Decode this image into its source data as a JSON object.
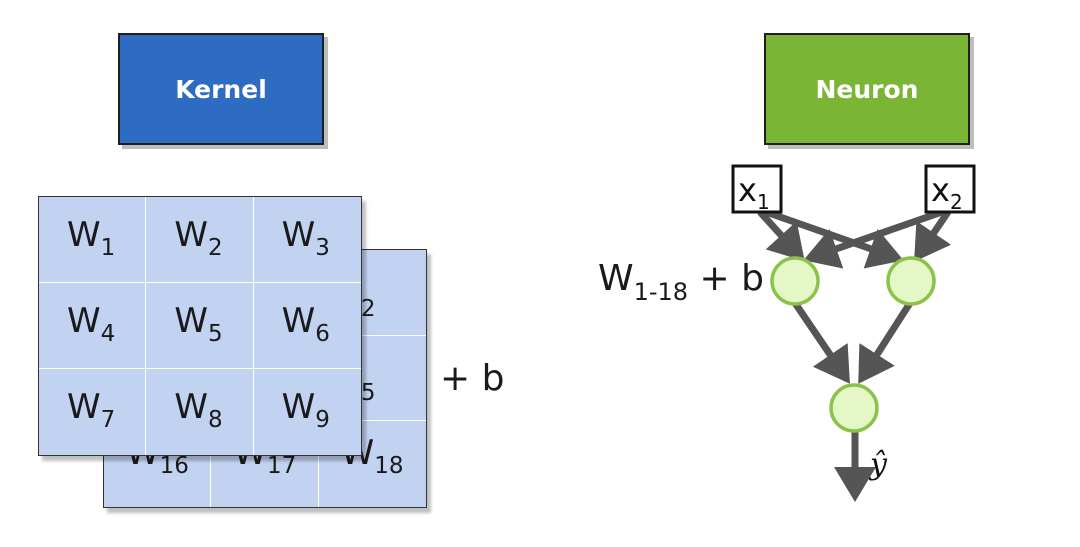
{
  "kernel": {
    "title": "Kernel",
    "color": "#2e6bc2",
    "front_grid": [
      {
        "base": "W",
        "sub": "1"
      },
      {
        "base": "W",
        "sub": "2"
      },
      {
        "base": "W",
        "sub": "3"
      },
      {
        "base": "W",
        "sub": "4"
      },
      {
        "base": "W",
        "sub": "5"
      },
      {
        "base": "W",
        "sub": "6"
      },
      {
        "base": "W",
        "sub": "7"
      },
      {
        "base": "W",
        "sub": "8"
      },
      {
        "base": "W",
        "sub": "9"
      }
    ],
    "back_grid_visible": [
      {
        "base": "W",
        "sub": "12"
      },
      {
        "base": "W",
        "sub": "15"
      },
      {
        "base": "W",
        "sub": "16"
      },
      {
        "base": "W",
        "sub": "17"
      },
      {
        "base": "W",
        "sub": "18"
      }
    ],
    "bias_label": "+ b",
    "grid_color": "#c2d3f2"
  },
  "neuron": {
    "title": "Neuron",
    "color": "#7ab536",
    "inputs": [
      {
        "base": "x",
        "sub": "1"
      },
      {
        "base": "x",
        "sub": "2"
      }
    ],
    "weights_label": {
      "base": "W",
      "sub": "1-18",
      "suffix": " + b"
    },
    "output_label": "ŷ",
    "node_fill": "#e3f7c7",
    "node_stroke": "#8bc34a"
  }
}
